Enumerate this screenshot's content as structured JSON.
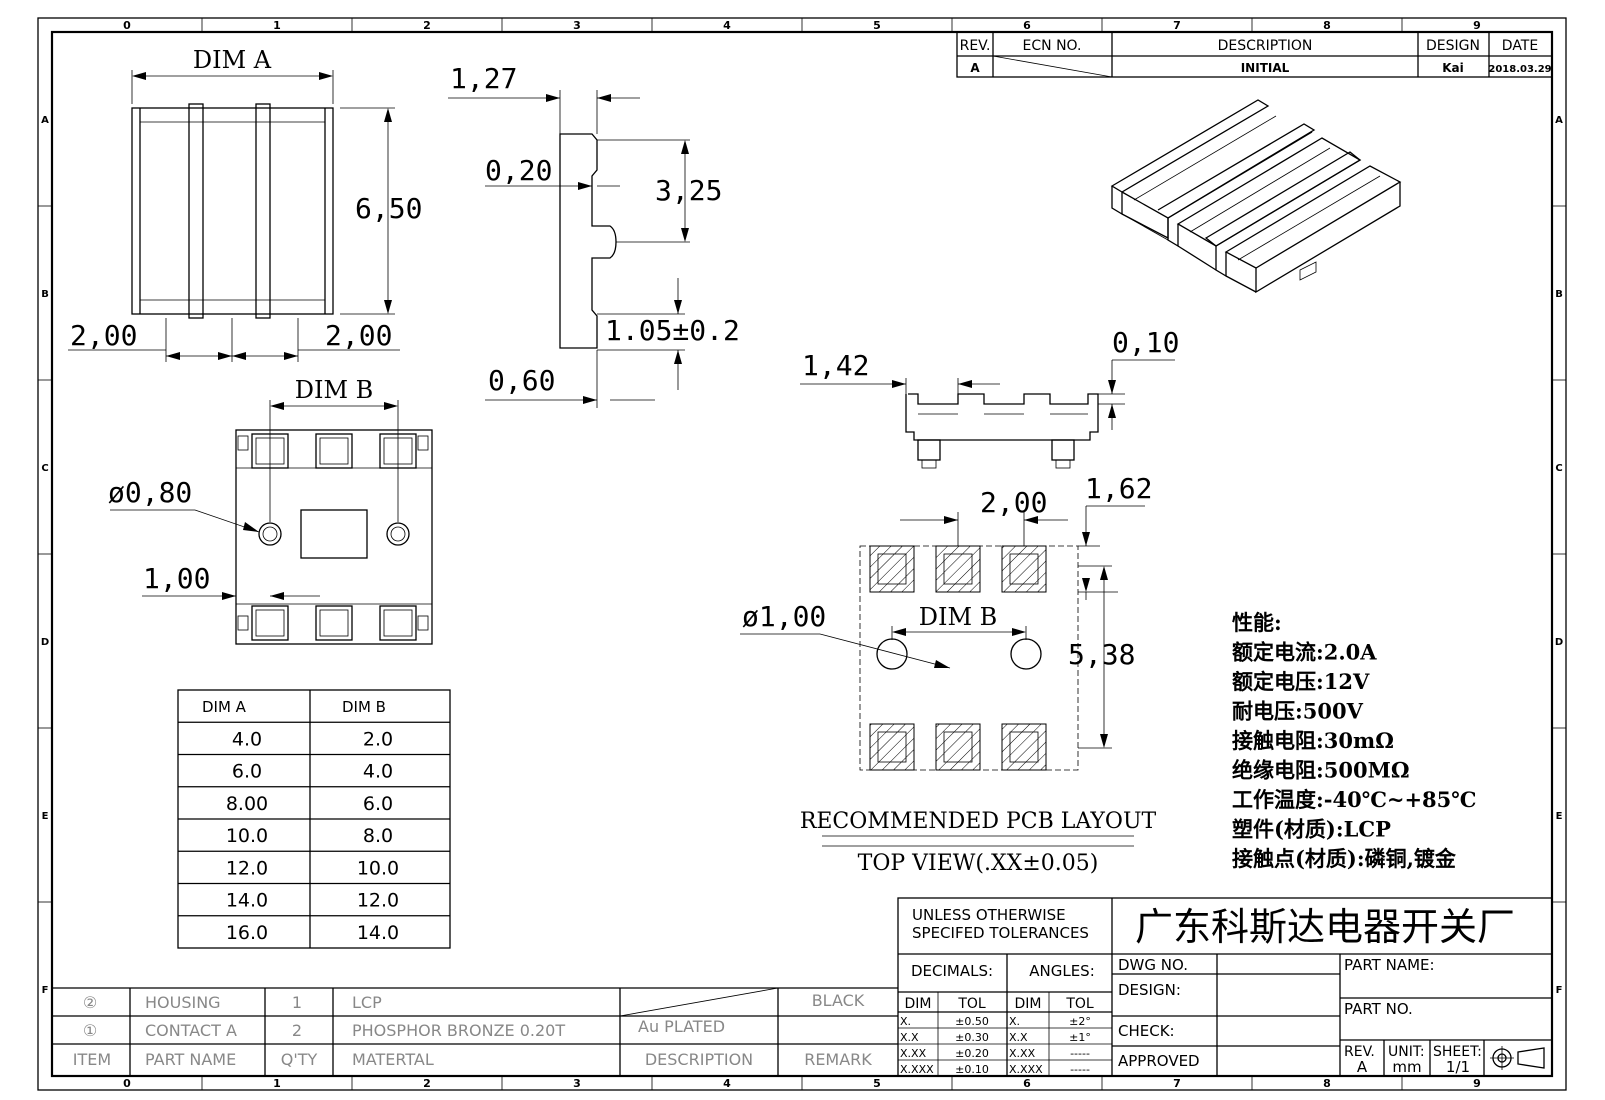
{
  "border": {
    "cols": [
      "0",
      "1",
      "2",
      "3",
      "4",
      "5",
      "6",
      "7",
      "8",
      "9"
    ],
    "rows": [
      "A",
      "B",
      "C",
      "D",
      "E",
      "F"
    ]
  },
  "revision_table": {
    "headers": {
      "rev": "REV.",
      "ecn": "ECN NO.",
      "description": "DESCRIPTION",
      "design": "DESIGN",
      "date": "DATE"
    },
    "row": {
      "rev": "A",
      "description": "INITIAL",
      "design": "Kai",
      "date": "2018.03.29"
    }
  },
  "dims": {
    "dim_a": "DIM A",
    "dim_b": "DIM B",
    "front_height": "6,50",
    "front_left": "2,00",
    "front_right": "2,00",
    "side_top": "1,27",
    "side_020": "0,20",
    "side_325": "3,25",
    "side_105": "1.05±0.2",
    "side_060": "0,60",
    "bottom_hole": "ø0,80",
    "bottom_100": "1,00",
    "end_142": "1,42",
    "end_010": "0,10",
    "pcb_200": "2,00",
    "pcb_162": "1,62",
    "pcb_hole": "ø1,00",
    "pcb_538": "5,38"
  },
  "dim_table": {
    "headers": [
      "DIM A",
      "DIM B"
    ],
    "rows": [
      [
        "4.0",
        "2.0"
      ],
      [
        "6.0",
        "4.0"
      ],
      [
        "8.00",
        "6.0"
      ],
      [
        "10.0",
        "8.0"
      ],
      [
        "12.0",
        "10.0"
      ],
      [
        "14.0",
        "12.0"
      ],
      [
        "16.0",
        "14.0"
      ]
    ]
  },
  "pcb_caption": {
    "title": "RECOMMENDED PCB LAYOUT",
    "subtitle": "TOP VIEW(.XX±0.05)"
  },
  "specs": [
    "性能:",
    "额定电流:2.0A",
    "额定电压:12V",
    "耐电压:500V",
    "接触电阻:30mΩ",
    "绝缘电阻:500MΩ",
    "工作温度:-40℃~+85℃",
    "塑件(材质):LCP",
    "接触点(材质):磷铜,镀金"
  ],
  "bom": {
    "rows": [
      {
        "item": "②",
        "name": "HOUSING",
        "qty": "1",
        "material": "LCP",
        "description": "",
        "remark": "BLACK"
      },
      {
        "item": "①",
        "name": "CONTACT A",
        "qty": "2",
        "material": "PHOSPHOR BRONZE 0.20T",
        "description": "Au PLATED",
        "remark": ""
      }
    ],
    "header": {
      "item": "ITEM",
      "name": "PART NAME",
      "qty": "Q'TY",
      "material": "MATERTAL",
      "description": "DESCRIPTION",
      "remark": "REMARK"
    }
  },
  "title_block": {
    "tolerance_title": "UNLESS OTHERWISE\nSPECIFED TOLERANCES",
    "decimals": "DECIMALS:",
    "angles": "ANGLES:",
    "dim": "DIM",
    "tol": "TOL",
    "dec_rows": [
      [
        "X.",
        "±0.50"
      ],
      [
        "X.X",
        "±0.30"
      ],
      [
        "X.XX",
        "±0.20"
      ],
      [
        "X.XXX",
        "±0.10"
      ]
    ],
    "ang_rows": [
      [
        "X.",
        "±2°"
      ],
      [
        "X.X",
        "±1°"
      ],
      [
        "X.XX",
        "-----"
      ],
      [
        "X.XXX",
        "-----"
      ]
    ],
    "company": "广东科斯达电器开关厂",
    "dwg_no": "DWG NO.",
    "design": "DESIGN:",
    "check": "CHECK:",
    "approved": "APPROVED",
    "part_name": "PART NAME:",
    "part_no": "PART NO.",
    "rev_label": "REV.",
    "rev_value": "A",
    "unit_label": "UNIT:",
    "unit_value": "mm",
    "sheet_label": "SHEET:",
    "sheet_value": "1/1"
  }
}
